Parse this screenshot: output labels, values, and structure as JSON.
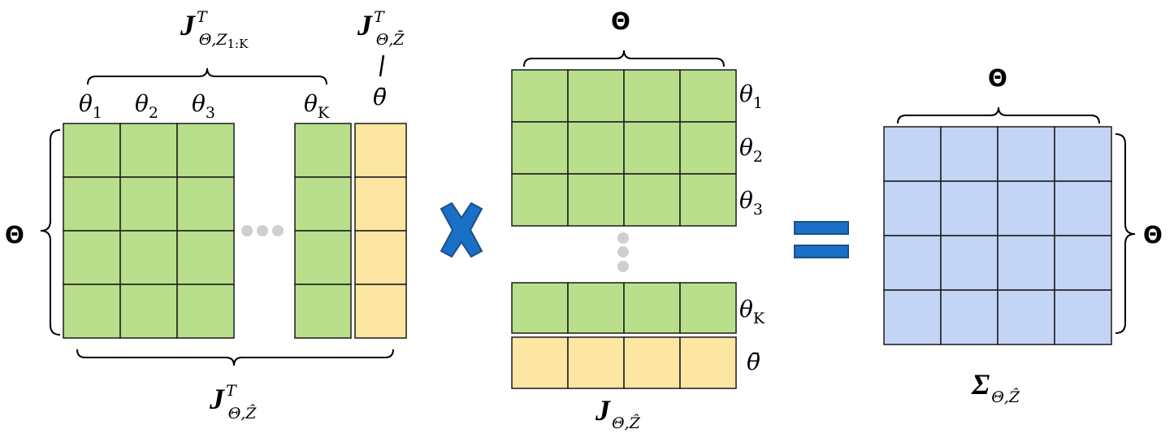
{
  "colors": {
    "green": "#b9df8c",
    "yellow": "#fde6a2",
    "blue": "#c4d4f5",
    "accent_blue": "#1a6fc7",
    "grid_line": "#1a1a1a",
    "dots": "#cfcfcf"
  },
  "left_matrix": {
    "top_label_main": "J",
    "top_label_sup": "T",
    "top_label_sub": "Θ,Z",
    "top_label_subsub": "1:K",
    "bar_label_main": "J",
    "bar_label_sup": "T",
    "bar_label_sub": "Θ,Z̄",
    "slash": "/",
    "bar_theta": "θ̄",
    "col_labels": [
      {
        "main": "θ",
        "sub": "1"
      },
      {
        "main": "θ",
        "sub": "2"
      },
      {
        "main": "θ",
        "sub": "3"
      },
      {
        "main": "θ",
        "sub": "K"
      }
    ],
    "side_label": "Θ",
    "bottom_label_main": "J",
    "bottom_label_sup": "T",
    "bottom_label_sub": "Θ,Ẑ"
  },
  "operator_times": "×",
  "middle_matrix": {
    "top_label": "Θ",
    "row_labels": [
      {
        "main": "θ",
        "sub": "1"
      },
      {
        "main": "θ",
        "sub": "2"
      },
      {
        "main": "θ",
        "sub": "3"
      },
      {
        "main": "θ",
        "sub": "K"
      }
    ],
    "bar_row_label": "θ̄",
    "bottom_label_main": "J",
    "bottom_label_sub": "Θ,Ẑ"
  },
  "operator_equals": "=",
  "right_matrix": {
    "top_label": "Θ",
    "side_label": "Θ",
    "bottom_label_main": "Σ",
    "bottom_label_sub": "Θ,Ẑ"
  }
}
